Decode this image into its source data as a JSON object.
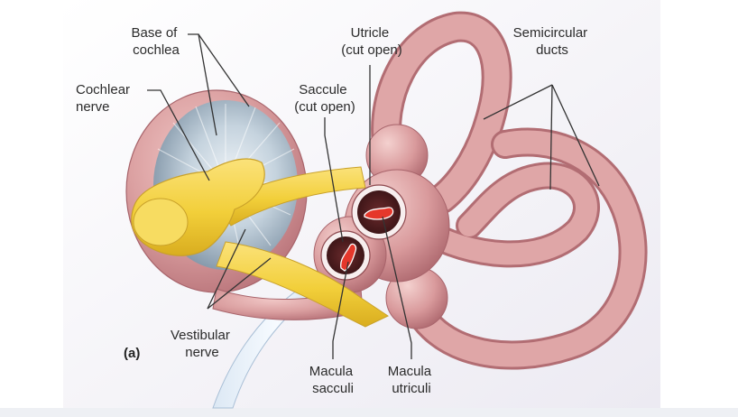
{
  "figure": {
    "panel_label": "(a)",
    "labels": {
      "base_of_cochlea": [
        "Base of",
        "cochlea"
      ],
      "cochlear_nerve": [
        "Cochlear",
        "nerve"
      ],
      "utricle": [
        "Utricle",
        "(cut open)"
      ],
      "saccule": [
        "Saccule",
        "(cut open)"
      ],
      "semicircular_ducts": [
        "Semicircular",
        "ducts"
      ],
      "vestibular_nerve": [
        "Vestibular",
        "nerve"
      ],
      "macula_sacculi": [
        "Macula",
        "sacculi"
      ],
      "macula_utriculi": [
        "Macula",
        "utriculi"
      ]
    }
  },
  "colors": {
    "membrane": "#d99a9c",
    "membrane_dark": "#b86e73",
    "nerve": "#f2cf3a",
    "nerve_dark": "#cfa41d",
    "cochlea_inner": "#a9bccb",
    "macula": "#e23b2e",
    "background_shadow": "#f2f1f6"
  }
}
